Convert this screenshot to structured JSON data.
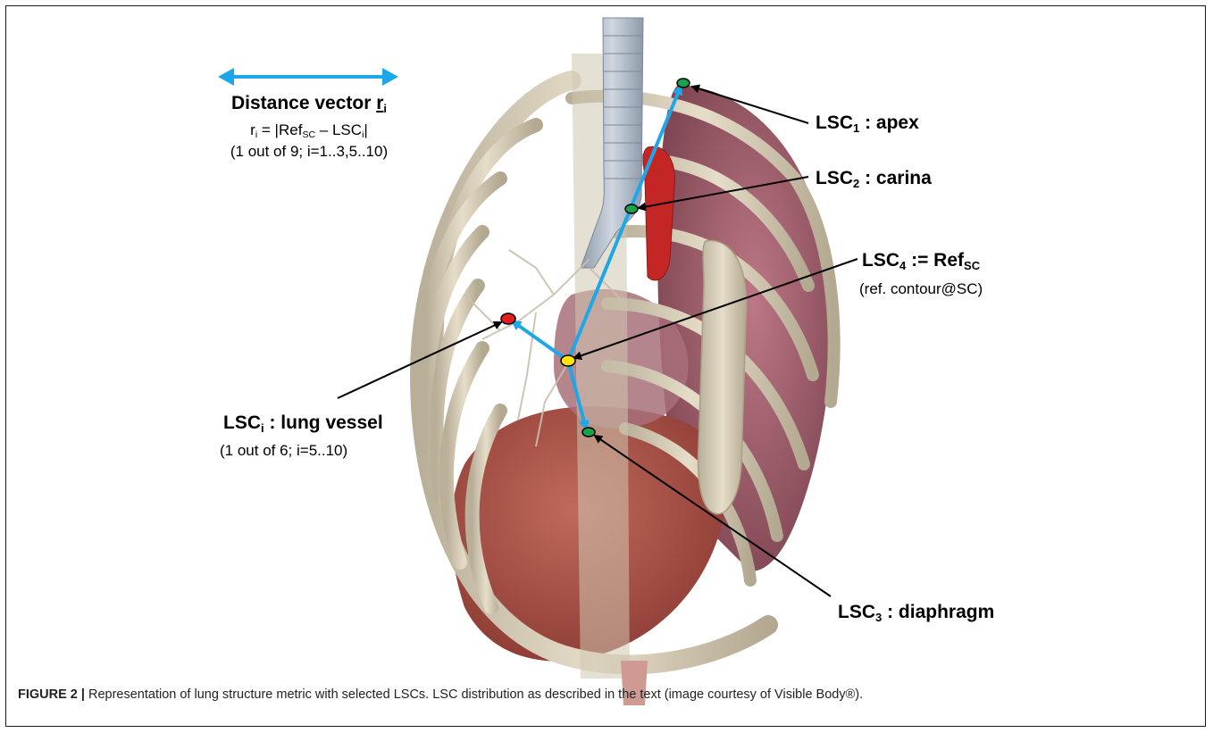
{
  "figure": {
    "caption_label": "FIGURE 2 |",
    "caption_text": " Representation of lung structure metric with selected LSCs. LSC distribution as described in the text (image courtesy of Visible Body®).",
    "legend": {
      "title_main": "Distance vector ",
      "title_var": "r",
      "title_sub": "i",
      "formula_prefix": "r",
      "formula_prefix_sub": "i",
      "formula_mid": " = |Ref",
      "formula_mid_sub": "SC",
      "formula_mid2": " – LSC",
      "formula_mid2_sub": "i",
      "formula_end": "|",
      "note": "(1 out of 9; i=1..3,5..10)"
    },
    "labels": {
      "apex": {
        "pre": "LSC",
        "sub": "1",
        "post": " : apex"
      },
      "carina": {
        "pre": "LSC",
        "sub": "2",
        "post": " : carina"
      },
      "ref": {
        "pre": "LSC",
        "sub": "4",
        "post": " := Ref",
        "sub2": "SC",
        "note": "(ref. contour@SC)"
      },
      "vessel": {
        "pre": "LSC",
        "sub": "i",
        "post": " : lung vessel",
        "note": "(1 out of 6; i=5..10)"
      },
      "diaphragm": {
        "pre": "LSC",
        "sub": "3",
        "post": " : diaphragm"
      }
    },
    "colors": {
      "arrow": "#1ea7e8",
      "green_point": "#16a34a",
      "red_point": "#e11d1d",
      "yellow_point": "#ffe500",
      "bone": "#d9d0bd",
      "lung": "#9a5566",
      "diaphragm": "#b0584f",
      "trachea": "#a9b4c2",
      "aorta": "#c42626"
    }
  }
}
